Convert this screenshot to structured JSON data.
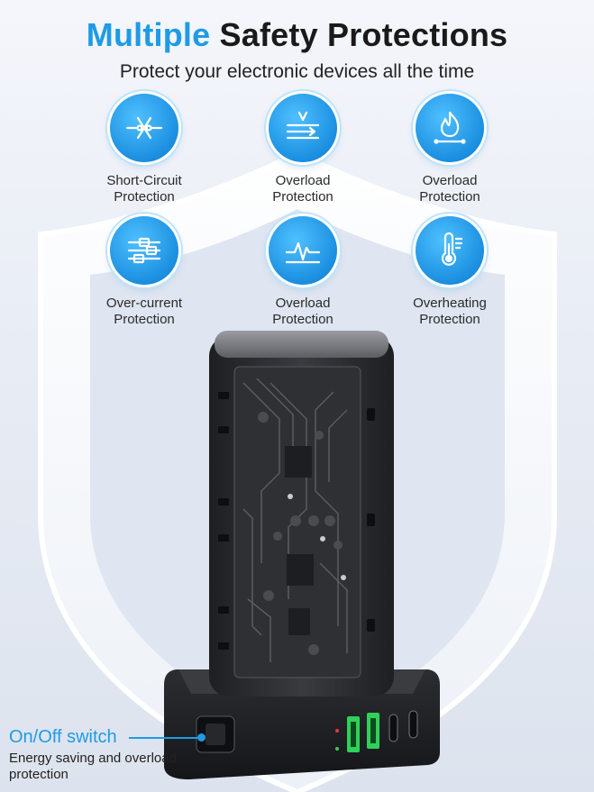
{
  "header": {
    "title_accent": "Multiple",
    "title_rest": " Safety Protections",
    "subtitle": "Protect your electronic devices all the time"
  },
  "features": [
    {
      "icon": "short-circuit-icon",
      "line1": "Short-Circuit",
      "line2": "Protection"
    },
    {
      "icon": "voltage-icon",
      "line1": "Overload",
      "line2": "Protection"
    },
    {
      "icon": "flame-icon",
      "line1": "Overload",
      "line2": "Protection"
    },
    {
      "icon": "current-icon",
      "line1": "Over-current",
      "line2": "Protection"
    },
    {
      "icon": "pulse-icon",
      "line1": "Overload",
      "line2": "Protection"
    },
    {
      "icon": "thermometer-icon",
      "line1": "Overheating",
      "line2": "Protection"
    }
  ],
  "switch_callout": {
    "title": "On/Off switch",
    "description": "Energy saving and overload protection"
  },
  "colors": {
    "accent": "#1e9be6",
    "icon_bg": "#1b8fe0",
    "device": "#2a2b2e",
    "usb_a": "#2fd15a"
  }
}
